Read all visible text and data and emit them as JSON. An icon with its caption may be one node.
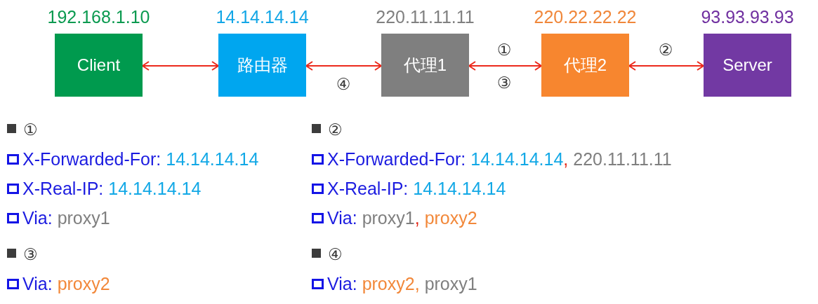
{
  "diagram": {
    "nodes": [
      {
        "text": [
          "192.168.1.10",
          "Client"
        ]
      },
      {
        "text": [
          "14.14.14.14",
          "路由器"
        ]
      },
      {
        "text": [
          "220.11.11.11",
          "代理1"
        ]
      },
      {
        "text": [
          "220.22.22.22",
          "代理2"
        ]
      },
      {
        "text": [
          "93.93.93.93",
          "Server"
        ]
      }
    ],
    "edges": [
      {
        "from": 0,
        "to": 1,
        "arrow": "both"
      },
      {
        "from": 1,
        "to": 2,
        "arrow": "both",
        "label": "④"
      },
      {
        "from": 2,
        "to": 3,
        "arrow": "both",
        "label": "①"
      },
      {
        "from": 3,
        "to": 4,
        "arrow": "both",
        "label": "②"
      }
    ],
    "labels": [
      "③",
      "①",
      "X-Forwarded-For:",
      "14.14.14.14",
      "X-Real-IP:",
      "14.14.14.14",
      "Via:",
      "proxy1",
      "②",
      "X-Forwarded-For:",
      "14.14.14.14",
      ",",
      "220.11.11.11",
      "X-Real-IP:",
      "14.14.14.14",
      "Via:",
      "proxy1",
      ",",
      "proxy2",
      "③",
      "Via:",
      "proxy2",
      "④",
      "Via:",
      "proxy2",
      ",",
      "proxy1"
    ]
  }
}
